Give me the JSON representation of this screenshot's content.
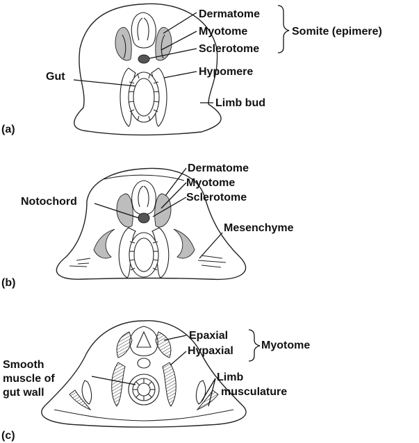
{
  "panels": [
    {
      "id": "a",
      "tag": "(a)",
      "labels": {
        "dermatome": "Dermatome",
        "myotome": "Myotome",
        "sclerotome": "Sclerotome",
        "somite": "Somite (epimere)",
        "gut": "Gut",
        "hypomere": "Hypomere",
        "limb_bud": "Limb bud"
      }
    },
    {
      "id": "b",
      "tag": "(b)",
      "labels": {
        "dermatome": "Dermatome",
        "myotome": "Myotome",
        "sclerotome": "Sclerotome",
        "notochord": "Notochord",
        "mesenchyme": "Mesenchyme"
      }
    },
    {
      "id": "c",
      "tag": "(c)",
      "labels": {
        "epaxial": "Epaxial",
        "hypaxial": "Hypaxial",
        "myotome": "Myotome",
        "smooth_line1": "Smooth",
        "smooth_line2": "muscle of",
        "smooth_line3": "gut wall",
        "limb_line1": "Limb",
        "limb_line2": "musculature"
      }
    }
  ]
}
